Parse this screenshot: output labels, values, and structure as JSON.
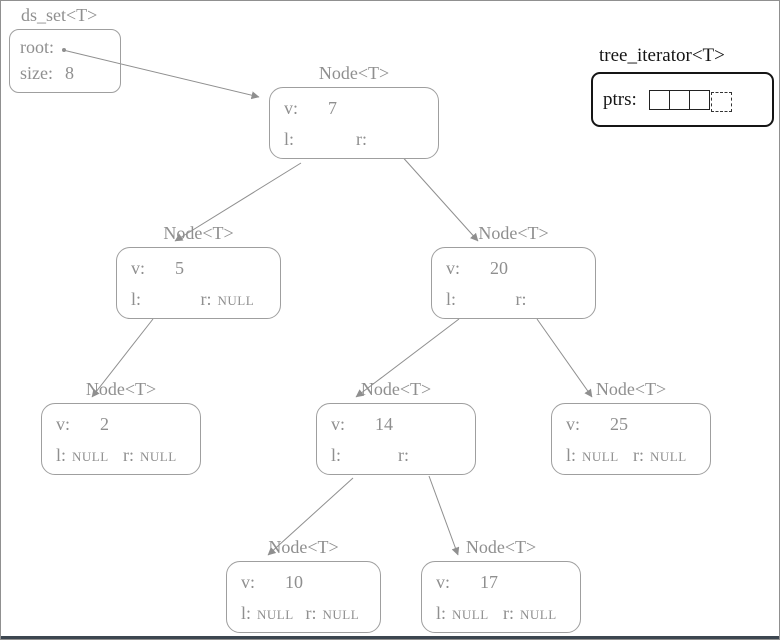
{
  "ds_set": {
    "title": "ds_set<T>",
    "root_label": "root:",
    "size_label": "size:",
    "size_value": "8"
  },
  "iterator": {
    "title": "tree_iterator<T>",
    "ptrs_label": "ptrs:",
    "cell_count": 4,
    "last_cell_style": "dashed"
  },
  "node_title": "Node<T>",
  "nodes": [
    {
      "id": "7",
      "v_label": "v:",
      "value": "7",
      "l_label": "l:",
      "l_value": "",
      "r_label": "r:",
      "r_value": ""
    },
    {
      "id": "5",
      "v_label": "v:",
      "value": "5",
      "l_label": "l:",
      "l_value": "",
      "r_label": "r:",
      "r_value": "NULL"
    },
    {
      "id": "20",
      "v_label": "v:",
      "value": "20",
      "l_label": "l:",
      "l_value": "",
      "r_label": "r:",
      "r_value": ""
    },
    {
      "id": "2",
      "v_label": "v:",
      "value": "2",
      "l_label": "l:",
      "l_value": "NULL",
      "r_label": "r:",
      "r_value": "NULL"
    },
    {
      "id": "14",
      "v_label": "v:",
      "value": "14",
      "l_label": "l:",
      "l_value": "",
      "r_label": "r:",
      "r_value": ""
    },
    {
      "id": "25",
      "v_label": "v:",
      "value": "25",
      "l_label": "l:",
      "l_value": "NULL",
      "r_label": "r:",
      "r_value": "NULL"
    },
    {
      "id": "10",
      "v_label": "v:",
      "value": "10",
      "l_label": "l:",
      "l_value": "NULL",
      "r_label": "r:",
      "r_value": "NULL"
    },
    {
      "id": "17",
      "v_label": "v:",
      "value": "17",
      "l_label": "l:",
      "l_value": "NULL",
      "r_label": "r:",
      "r_value": "NULL"
    }
  ],
  "edges": [
    {
      "from": "ds_set.root",
      "to": "7"
    },
    {
      "from": "7.l",
      "to": "5"
    },
    {
      "from": "7.r",
      "to": "20"
    },
    {
      "from": "5.l",
      "to": "2"
    },
    {
      "from": "20.l",
      "to": "14"
    },
    {
      "from": "20.r",
      "to": "25"
    },
    {
      "from": "14.l",
      "to": "10"
    },
    {
      "from": "14.r",
      "to": "17"
    }
  ],
  "colors": {
    "node_stroke": "#9f9f9f",
    "gray_text": "#8f8f8f",
    "arrow": "#8f8f8f",
    "iterator_ink": "#151515",
    "bottom_edge": "#3c4650"
  }
}
